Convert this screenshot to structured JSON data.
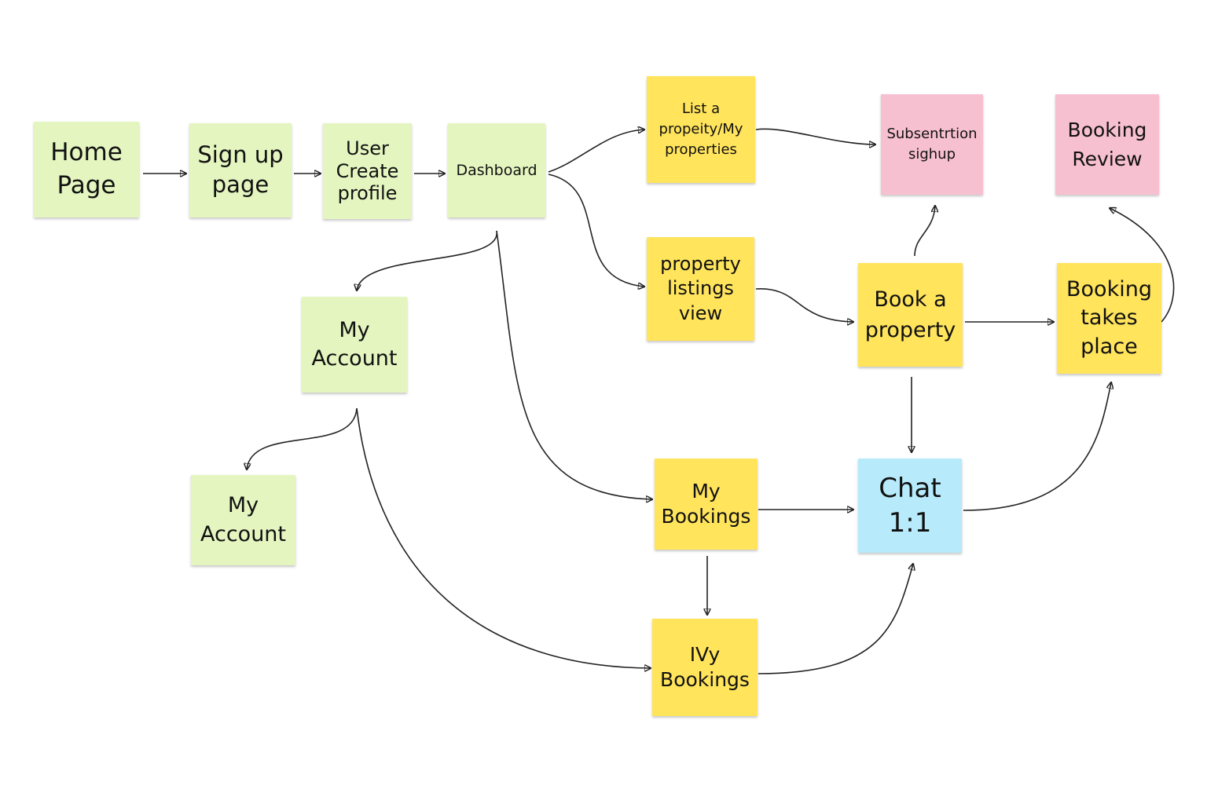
{
  "colors": {
    "green": "#e4f5c0",
    "yellow": "#ffe45c",
    "pink": "#f7c0d0",
    "blue": "#b7eafb"
  },
  "notes": {
    "home_page": "Home\nPage",
    "sign_up_page": "Sign up\npage",
    "user_create_profile": "User\nCreate\nprofile",
    "dashboard": "Dashboard",
    "list_property": "List a\npropeity/My\nproperties",
    "subscription_signup": "Subsentrtion\nsighup",
    "booking_review": "Booking\nReview",
    "property_listings_view": "property\nlistings\nview",
    "book_a_property": "Book a\nproperty",
    "booking_takes_place": "Booking\ntakes\nplace",
    "my_account_1": "My\nAccount",
    "my_account_2": "My\nAccount",
    "my_bookings": "My\nBookings",
    "ivy_bookings": "IVy\nBookings",
    "chat": "Chat\n1:1"
  }
}
